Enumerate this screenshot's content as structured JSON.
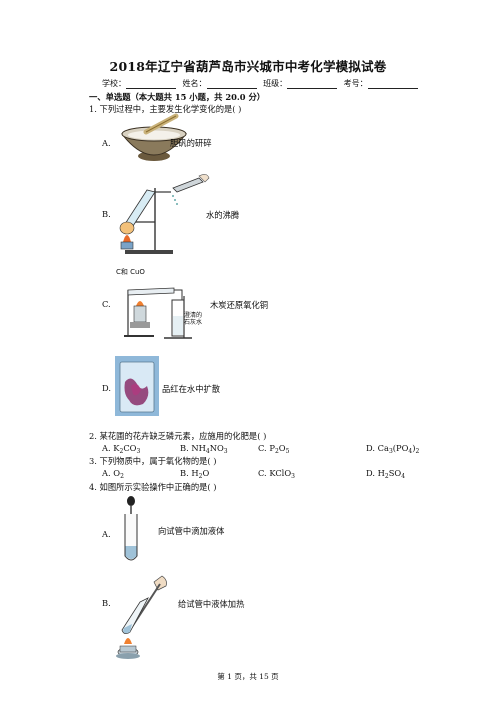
{
  "title": "2018年辽宁省葫芦岛市兴城市中考化学模拟试卷",
  "info": {
    "school": "学校：",
    "name": "姓名：",
    "class": "班级：",
    "exam_no": "考号："
  },
  "section": "一、单选题（本大题共 15 小题，共 20.0 分）",
  "q1": {
    "stem": "1.   下列过程中，主要发生化学变化的是(     )",
    "options": [
      {
        "letter": "A.",
        "text": "胆矾的研碎"
      },
      {
        "letter": "B.",
        "text": "水的沸腾"
      },
      {
        "letter": "C.",
        "text": "木炭还原氧化铜",
        "label_top": "C和 CuO",
        "label_tube": "澄清的石灰水"
      },
      {
        "letter": "D.",
        "text": "品红在水中扩散"
      }
    ]
  },
  "q2": {
    "stem": "2.   某花圃的花卉缺乏磷元素，应施用的化肥是(     )",
    "options": [
      {
        "letter": "A.",
        "pre": "K",
        "sub": "2",
        "mid": "CO",
        "sub2": "3",
        "post": ""
      },
      {
        "letter": "B.",
        "pre": "NH",
        "sub": "4",
        "mid": "NO",
        "sub2": "3",
        "post": ""
      },
      {
        "letter": "C.",
        "pre": "P",
        "sub": "2",
        "mid": "O",
        "sub2": "5",
        "post": ""
      },
      {
        "letter": "D.",
        "pre": "Ca",
        "sub": "3",
        "mid": "(PO",
        "sub2": "4",
        "post": ")",
        "sub3": "2"
      }
    ]
  },
  "q3": {
    "stem": "3.   下列物质中，属于氧化物的是(     )",
    "options": [
      {
        "letter": "A.",
        "pre": "O",
        "sub": "2",
        "mid": "",
        "sub2": "",
        "post": ""
      },
      {
        "letter": "B.",
        "pre": "H",
        "sub": "2",
        "mid": "O",
        "sub2": "",
        "post": ""
      },
      {
        "letter": "C.",
        "pre": "KClO",
        "sub": "3",
        "mid": "",
        "sub2": "",
        "post": ""
      },
      {
        "letter": "D.",
        "pre": "H",
        "sub": "2",
        "mid": "SO",
        "sub2": "4",
        "post": ""
      }
    ]
  },
  "q4": {
    "stem": "4.   如图所示实验操作中正确的是(     )",
    "options": [
      {
        "letter": "A.",
        "text": "向试管中滴加液体"
      },
      {
        "letter": "B.",
        "text": "给试管中液体加热"
      }
    ]
  },
  "footer": "第 1 页，共 15 页"
}
